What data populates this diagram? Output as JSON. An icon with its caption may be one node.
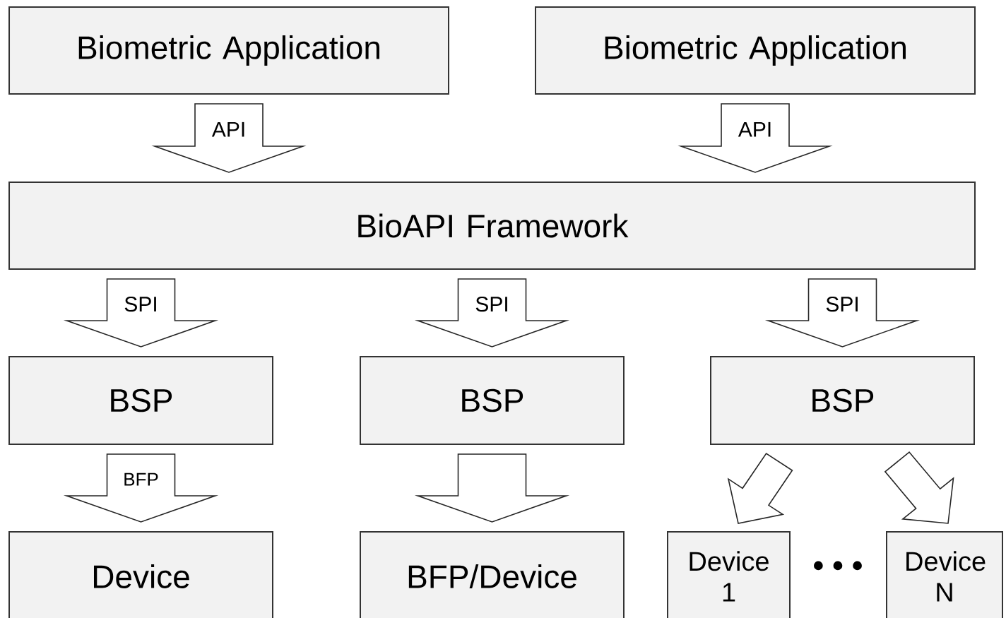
{
  "diagram": {
    "nodes": [
      {
        "text": [
          "Biometric Application"
        ]
      },
      {
        "text": [
          "Biometric Application"
        ]
      },
      {
        "text": [
          "BioAPI Framework"
        ]
      },
      {
        "text": [
          "BSP"
        ]
      },
      {
        "text": [
          "BSP"
        ]
      },
      {
        "text": [
          "BSP"
        ]
      },
      {
        "text": [
          "Device"
        ]
      },
      {
        "text": [
          "BFP/Device"
        ]
      },
      {
        "text": [
          "Device 1"
        ]
      },
      {
        "text": [
          "Device N"
        ]
      }
    ],
    "edges": [
      {
        "from": 0,
        "to": 2,
        "arrow": "to",
        "label": "API"
      },
      {
        "from": 1,
        "to": 2,
        "arrow": "to",
        "label": "API"
      },
      {
        "from": 2,
        "to": 3,
        "arrow": "to",
        "label": "SPI"
      },
      {
        "from": 2,
        "to": 4,
        "arrow": "to",
        "label": "SPI"
      },
      {
        "from": 2,
        "to": 5,
        "arrow": "to",
        "label": "SPI"
      },
      {
        "from": 3,
        "to": 6,
        "arrow": "to",
        "label": "BFP"
      },
      {
        "from": 4,
        "to": 7,
        "arrow": "to"
      },
      {
        "from": 5,
        "to": 8,
        "arrow": "to"
      },
      {
        "from": 5,
        "to": 9,
        "arrow": "to"
      }
    ],
    "labels": [
      "• • •"
    ]
  }
}
